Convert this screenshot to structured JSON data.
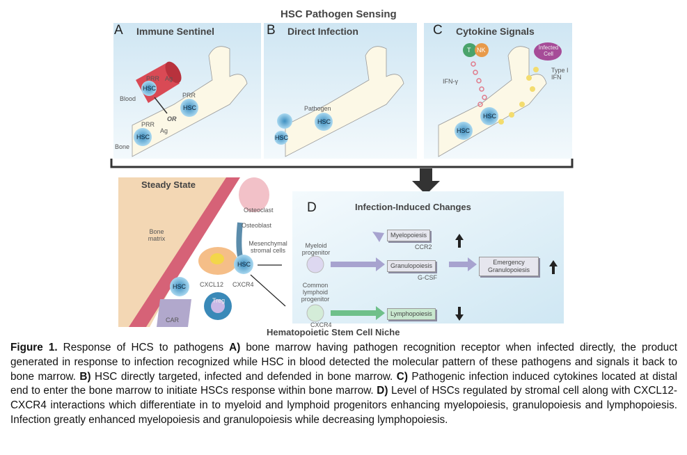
{
  "figure": {
    "main_title": "HSC Pathogen Sensing",
    "panel_a": {
      "letter": "A",
      "title": "Immune Sentinel",
      "labels": {
        "blood": "Blood",
        "bone": "Bone",
        "prr1": "PRR",
        "ag1": "Ag",
        "hsc1": "HSC",
        "prr2": "PRR",
        "hsc2": "HSC",
        "or": "OR",
        "prr3": "PRR",
        "ag3": "Ag",
        "hsc3": "HSC"
      }
    },
    "panel_b": {
      "letter": "B",
      "title": "Direct Infection",
      "labels": {
        "pathogen": "Pathogen",
        "hsc1": "HSC",
        "hsc2": "HSC"
      }
    },
    "panel_c": {
      "letter": "C",
      "title": "Cytokine Signals",
      "labels": {
        "t": "T",
        "nk": "NK",
        "infected_cell": "Infected Cell",
        "type1_ifn": "Type I IFN",
        "ifn_gamma": "IFN-γ",
        "hsc1": "HSC",
        "hsc2": "HSC"
      }
    },
    "steady_state": {
      "title": "Steady State",
      "labels": {
        "osteoclast": "Osteoclast",
        "osteoblast": "Osteoblast",
        "bone_matrix": "Bone matrix",
        "msc": "Mesenchymal stromal cells",
        "hsc1": "HSC",
        "hsc2": "HSC",
        "cxcl12": "CXCL12",
        "cxcr4": "CXCR4",
        "treg": "Treg",
        "car": "CAR"
      }
    },
    "panel_d": {
      "letter": "D",
      "title": "Infection-Induced Changes",
      "labels": {
        "myeloid": "Myeloid progenitor",
        "lymphoid": "Common lymphoid progenitor",
        "cxcr4": "CXCR4",
        "myelopoiesis": "Myelopoiesis",
        "ccr2": "CCR2",
        "granulopoiesis": "Granulopoiesis",
        "gcsf": "G-CSF",
        "emergency": "Emergency Granulopoiesis",
        "lymphopoiesis": "Lymphopoiesis"
      }
    },
    "bottom_title": "Hematopoietic Stem Cell Niche"
  },
  "caption": {
    "label": "Figure 1.",
    "t1": " Response of HCS to pathogens ",
    "a": "A)",
    "t2": " bone marrow having pathogen recognition receptor when infected directly, the product generated in response to infection recognized while HSC in blood detected the molecular pattern of these pathogens and signals it back to bone marrow. ",
    "b": "B)",
    "t3": " HSC directly targeted, infected and defended in bone marrow. ",
    "c": "C)",
    "t4": " Pathogenic infection induced cytokines located at distal end to enter the bone marrow to initiate HSCs response within bone marrow. ",
    "d": "D)",
    "t5": " Level of HSCs regulated by stromal cell along with CXCL12-CXCR4 interactions which differentiate in to myeloid and lymphoid progenitors enhancing myelopoiesis, granulopoiesis and lymphopoiesis. Infection greatly enhanced myelopoiesis and granulopoiesis while decreasing lymphopoiesis."
  }
}
